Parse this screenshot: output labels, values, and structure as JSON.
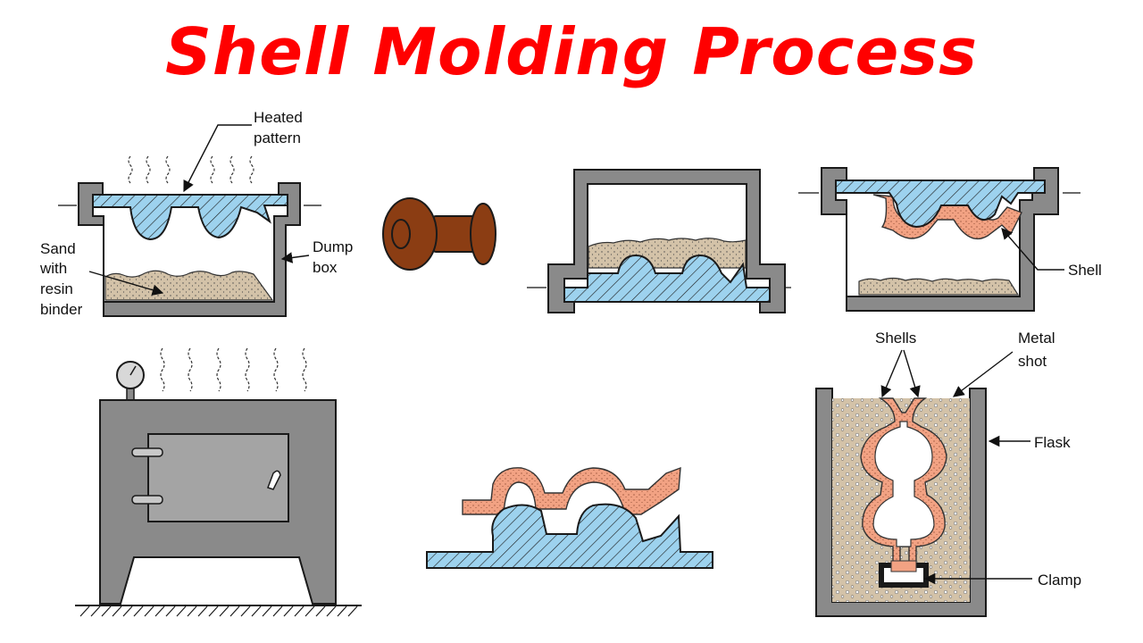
{
  "title": "Shell Molding Process",
  "colors": {
    "title": "#ff0000",
    "metal_gray": "#8a8a8a",
    "outline": "#1a1a1a",
    "pattern_blue": "#9dd2ee",
    "sand_tan": "#d3c2a8",
    "shell_salmon": "#f2a283",
    "knob_brown": "#8b3d13",
    "oven_door": "#a4a4a4"
  },
  "labels": {
    "heated_pattern": [
      "Heated",
      "pattern"
    ],
    "sand_with_resin_binder": [
      "Sand",
      "with",
      "resin",
      "binder"
    ],
    "dump_box": [
      "Dump",
      "box"
    ],
    "shell": "Shell",
    "shells": "Shells",
    "metal_shot": [
      "Metal",
      "shot"
    ],
    "flask": "Flask",
    "clamp": "Clamp"
  }
}
